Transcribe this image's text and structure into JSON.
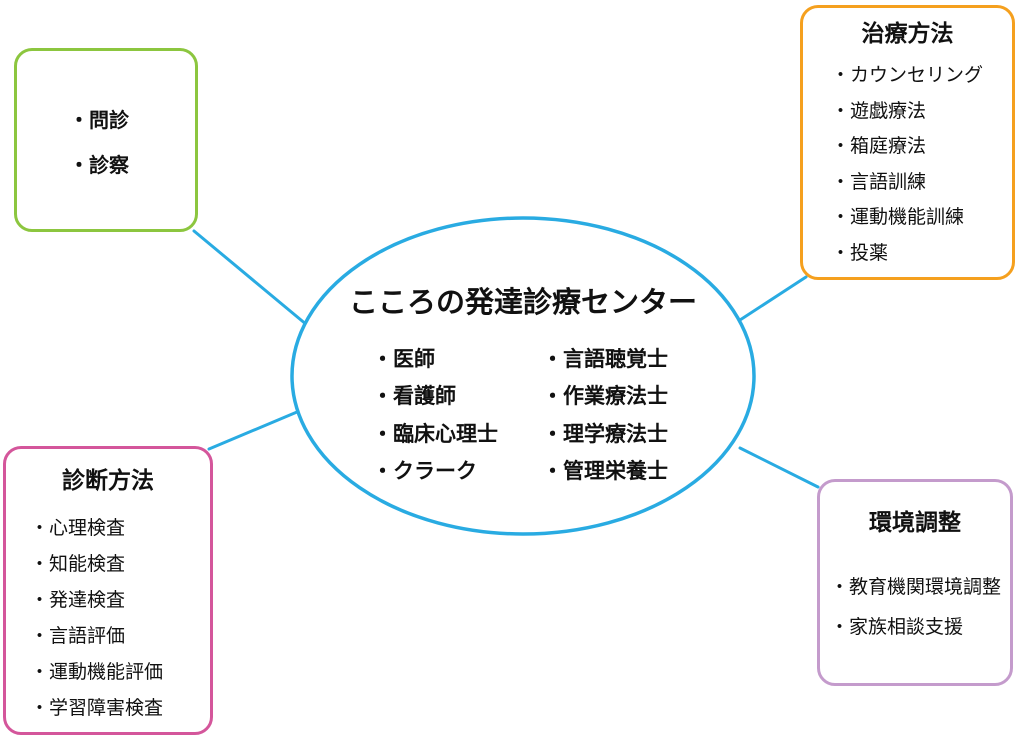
{
  "diagram": {
    "bullet": "・",
    "connector_color": "#29ABE2",
    "center": {
      "title": "こころの発達診療センター",
      "border_color": "#29ABE2",
      "staff_left": [
        "医師",
        "看護師",
        "臨床心理士",
        "クラーク"
      ],
      "staff_right": [
        "言語聴覚士",
        "作業療法士",
        "理学療法士",
        "管理栄養士"
      ]
    },
    "boxes": {
      "examination": {
        "border_color": "#8CC63F",
        "items": [
          "問診",
          "診察"
        ]
      },
      "treatment": {
        "title": "治療方法",
        "border_color": "#F5A01E",
        "items": [
          "カウンセリング",
          "遊戯療法",
          "箱庭療法",
          "言語訓練",
          "運動機能訓練",
          "投薬"
        ]
      },
      "diagnosis": {
        "title": "診断方法",
        "border_color": "#D4569B",
        "items": [
          "心理検査",
          "知能検査",
          "発達検査",
          "言語評価",
          "運動機能評価",
          "学習障害検査"
        ]
      },
      "environment": {
        "title": "環境調整",
        "border_color": "#C49BCC",
        "items": [
          "教育機関環境調整",
          "家族相談支援"
        ]
      }
    }
  }
}
